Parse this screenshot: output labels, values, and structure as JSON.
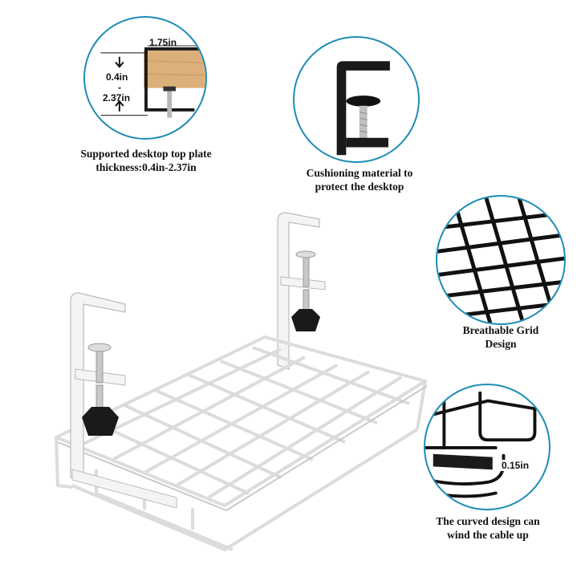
{
  "callouts": {
    "thickness": {
      "caption_line1": "Supported desktop top plate",
      "caption_line2": "thickness:0.4in-2.37in",
      "width_label": "1.75in",
      "min_label": "0.4in",
      "separator": "-",
      "max_label": "2.37in"
    },
    "cushion": {
      "caption_line1": "Cushioning material to",
      "caption_line2": "protect the desktop"
    },
    "grid": {
      "caption_line1": "Breathable Grid",
      "caption_line2": "Design"
    },
    "curve": {
      "caption_line1": "The curved design can",
      "caption_line2": "wind the cable up",
      "gap_label": "0.15in"
    }
  },
  "colors": {
    "circle_border": "#1e8cb4",
    "wood": "#dcb07a",
    "metal_dark": "#1a1a1a",
    "metal_light": "#f2f2f2",
    "screw": "#b8b8b8"
  }
}
